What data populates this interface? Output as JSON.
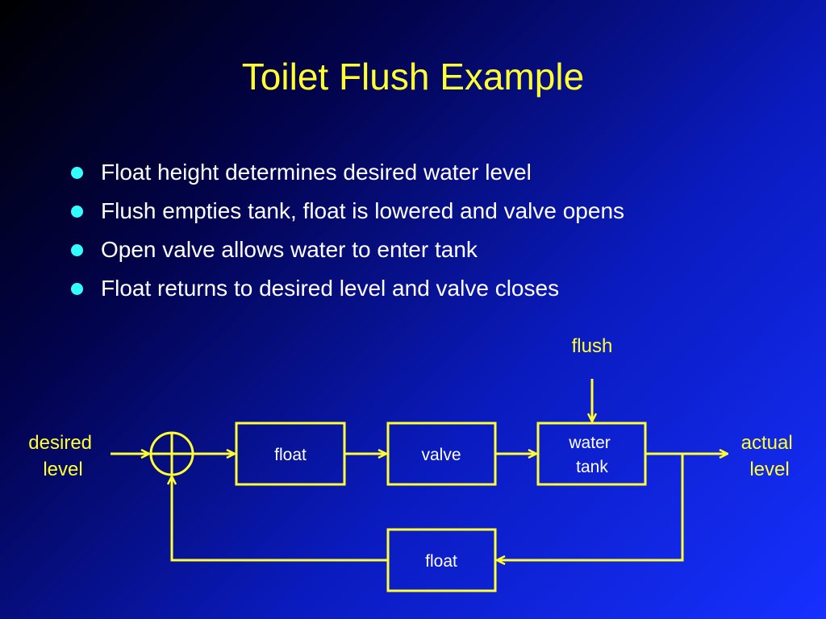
{
  "slide": {
    "title": "Toilet Flush Example",
    "bullets": [
      "Float height determines desired water level",
      "Flush empties tank, float is lowered and valve opens",
      "Open valve allows water to enter tank",
      "Float returns to desired level and valve closes"
    ]
  },
  "diagram": {
    "input_label": [
      "desired",
      "level"
    ],
    "output_label": [
      "actual",
      "level"
    ],
    "disturbance_label": "flush",
    "blocks": {
      "float": "float",
      "valve": "valve",
      "water_tank": [
        "water",
        "tank"
      ],
      "feedback_float": "float"
    }
  },
  "colors": {
    "title": "#ffff33",
    "bullet_dot": "#33ffff",
    "diagram_line": "#ffff33",
    "text": "#ffffff"
  }
}
